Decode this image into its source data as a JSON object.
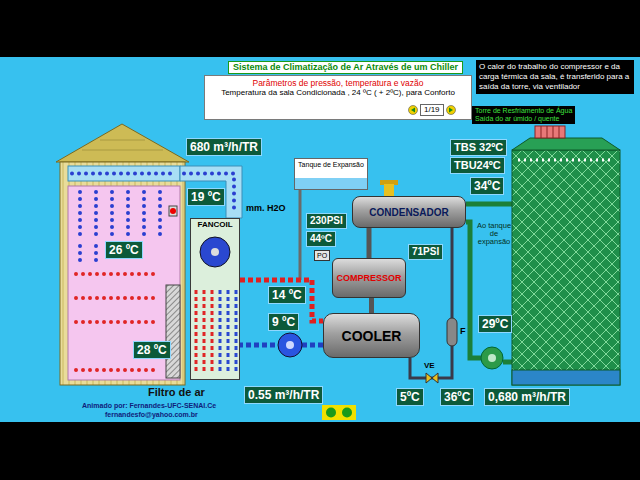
{
  "diagram": {
    "nodes": [
      {
        "text": [
          "Sistema de Climatização de Ar Através de um Chiller"
        ]
      },
      {
        "text": [
          "Parâmetros de pressão, temperatura e vazão",
          "Temperatura da sala Condicionada , 24 ºC ( + 2ºC), para Conforto"
        ]
      },
      {
        "text": [
          "1/19"
        ],
        "in": 1
      },
      {
        "text": [
          "O calor do trabalho do compressor e da carga térmica da sala, é transferido para a saída da torre, via ventilador"
        ]
      },
      {
        "text": [
          "Torre de Resfriamento de Água",
          "Saída do ar úmido / quente"
        ]
      },
      {
        "text": [
          "680 m³/h/TR"
        ]
      },
      {
        "text": [
          "19 ºC"
        ]
      },
      {
        "text": [
          "26 ºC"
        ]
      },
      {
        "text": [
          "28 ºC"
        ]
      },
      {
        "text": [
          "FANCOIL"
        ]
      },
      {
        "text": [
          "Tanque de Expansão"
        ]
      },
      {
        "text": [
          "14 ºC"
        ]
      },
      {
        "text": [
          "9 ºC"
        ]
      },
      {
        "text": [
          "0.55 m³/h/TR"
        ]
      },
      {
        "text": [
          "CONDENSADOR"
        ]
      },
      {
        "text": [
          "230PSI"
        ]
      },
      {
        "text": [
          "44ºC"
        ]
      },
      {
        "text": [
          "PO"
        ]
      },
      {
        "text": [
          "71PSI"
        ]
      },
      {
        "text": [
          "COMPRESSOR"
        ]
      },
      {
        "text": [
          "COOLER"
        ]
      },
      {
        "text": [
          "5ºC"
        ]
      },
      {
        "text": [
          "36ºC"
        ]
      },
      {
        "text": [
          "0,680 m³/h/TR"
        ]
      },
      {
        "text": [
          "TBS 32ºC"
        ]
      },
      {
        "text": [
          "TBU24ºC"
        ]
      },
      {
        "text": [
          "34ºC"
        ]
      },
      {
        "text": [
          "29ºC"
        ]
      }
    ],
    "edges": [
      {
        "from": 19,
        "to": 14,
        "arrow": "none"
      },
      {
        "from": 14,
        "to": 20,
        "arrow": "none"
      },
      {
        "from": 20,
        "to": 19,
        "arrow": "none"
      },
      {
        "from": 20,
        "to": 9,
        "arrow": "none"
      },
      {
        "from": 9,
        "to": 20,
        "arrow": "none"
      }
    ],
    "labels": [
      "mm. H2O",
      "Filtro de ar",
      "Animado por: Fernandes-UFC-SENAI.Ce",
      "fernandesfo@yahoo.com.br",
      "F",
      "VE",
      "Ao tanque de expansão"
    ]
  }
}
